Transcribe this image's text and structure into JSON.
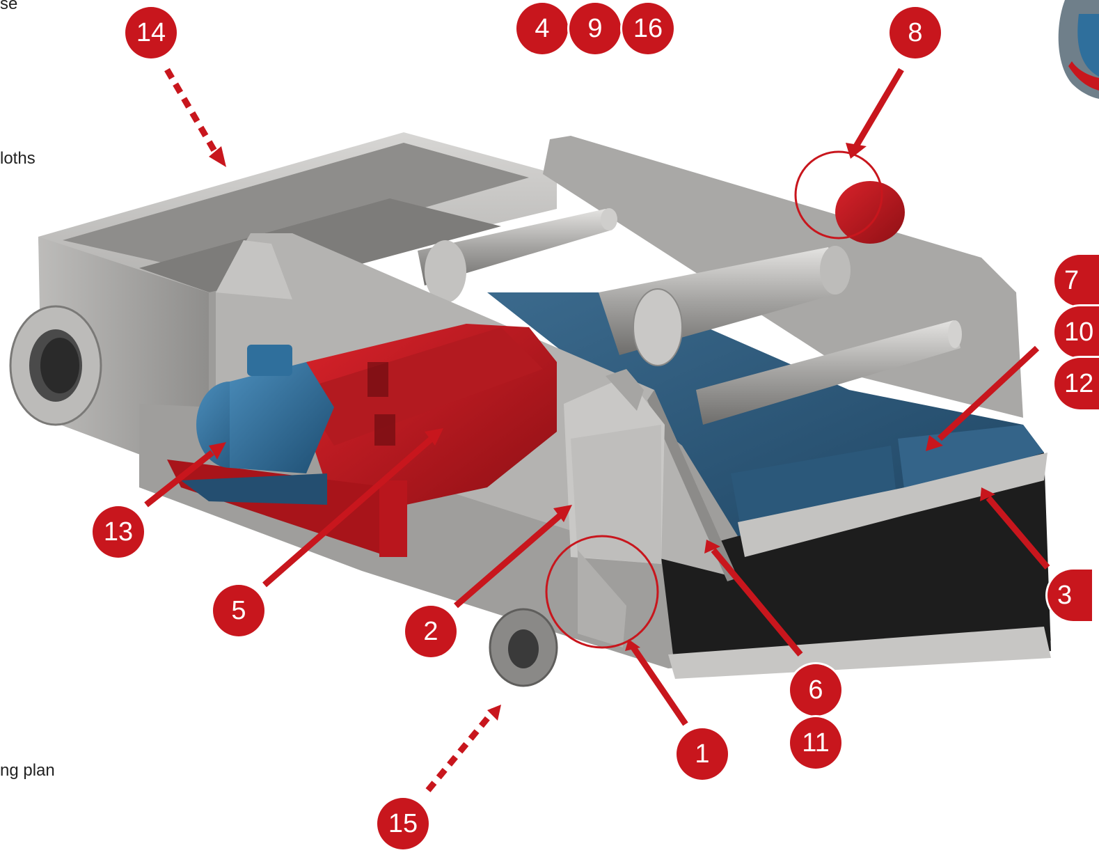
{
  "edge_labels": {
    "top_left": "se",
    "upper_left": "loths",
    "lower_left": "ng plan"
  },
  "callouts": {
    "c14": "14",
    "c4": "4",
    "c9": "9",
    "c16": "16",
    "c8": "8",
    "c7": "7",
    "c10": "10",
    "c12": "12",
    "c13": "13",
    "c5": "5",
    "c2": "2",
    "c1": "1",
    "c6": "6",
    "c11": "11",
    "c3": "3",
    "c15": "15"
  },
  "colors": {
    "callout_red": "#c8161d",
    "frame_grey": "#b9b8b6",
    "motor_blue": "#2f6f9c",
    "drive_red": "#c8161d",
    "deck_blue": "#274f6e"
  },
  "icons": {
    "motor": "electric-motor-icon",
    "drive": "exciter-drive-icon"
  }
}
